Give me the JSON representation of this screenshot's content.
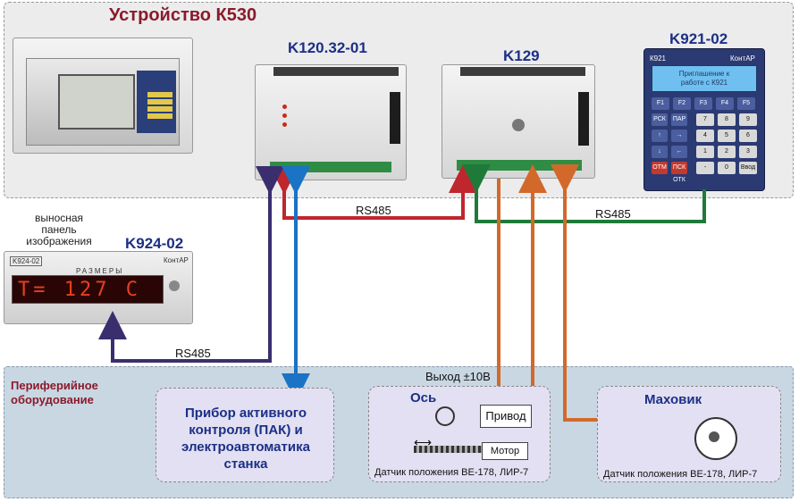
{
  "top": {
    "title": "Устройство К530"
  },
  "devices": {
    "k120": "K120.32-01",
    "k129": "K129",
    "k921": "K921-02",
    "k924": "K924-02",
    "k924_caption": [
      "выносная",
      "панель",
      "изображения"
    ]
  },
  "k921_screen": {
    "brand_left": "К921",
    "brand_right": "КонтАР",
    "line1": "Приглашение к",
    "line2": "работе с К921",
    "fkeys": [
      "F1",
      "F2",
      "F3",
      "F4",
      "F5"
    ],
    "side_left": [
      "РСК",
      "↑",
      "↓",
      "ОТМ"
    ],
    "side_mid": [
      "ПАР",
      "→",
      "←",
      "ПСК ОТК"
    ],
    "digits": [
      "7",
      "8",
      "9",
      "4",
      "5",
      "6",
      "1",
      "2",
      "3",
      "-",
      "0",
      "Ввод"
    ]
  },
  "k924_panel": {
    "label": "K924-02",
    "header": "РАЗМЕРЫ",
    "readout": "T= 127 C",
    "brand": "КонтАР"
  },
  "links": {
    "rs485_top_left": "RS485",
    "rs485_top_right": "RS485",
    "rs485_bottom": "RS485"
  },
  "peripheral": {
    "title_line1": "Периферийное",
    "title_line2": "оборудование",
    "pak_lines": [
      "Прибор активного",
      "контроля (ПАК) и",
      "электроавтоматика",
      "станка"
    ],
    "output_label": "Выход ±10В",
    "axis": {
      "title": "Ось",
      "drive": "Привод",
      "motor": "Мотор",
      "sensor": "Датчик положения ВЕ-178, ЛИР-7"
    },
    "handwheel": {
      "title": "Маховик",
      "sensor": "Датчик положения ВЕ-178, ЛИР-7"
    }
  },
  "colors": {
    "red_link": "#c0262d",
    "blue_link": "#1a73c4",
    "purple_link": "#3a2e6e",
    "green_link": "#1f7a3a",
    "orange_link": "#d2692a"
  }
}
